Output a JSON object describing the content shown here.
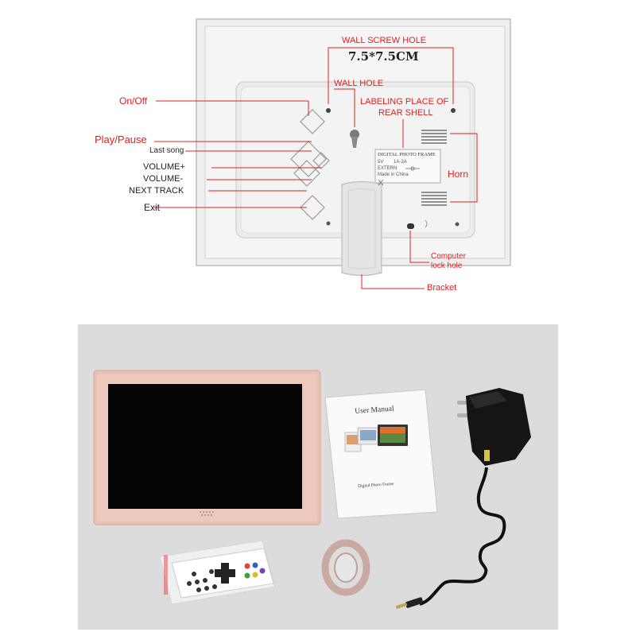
{
  "callouts": {
    "wall_screw_hole": "WALL SCREW HOLE",
    "hole_size": "7.5*7.5CM",
    "wall_hole": "WALL HOLE",
    "labeling_line1": "LABELING PLACE OF",
    "labeling_line2": "REAR SHELL",
    "horn": "Horn",
    "computer_lock_line1": "Computer",
    "computer_lock_line2": "lock hole",
    "bracket": "Bracket",
    "on_off": "On/Off",
    "play_pause": "Play/Pause",
    "last_song": "Last song",
    "volume_up": "VOLUME+",
    "volume_down": "VOLUME-",
    "next_track": "NEXT TRACK",
    "exit": "Exit"
  },
  "rear_label": {
    "title": "DIGITAL PHOTO FRAME",
    "rating_volt": "5V",
    "rating_amp": "1A-2A",
    "extern": "EXTERN",
    "origin": "Made in China"
  },
  "accessories": {
    "manual_title": "User Manual",
    "manual_footer": "Digital Photo Frame"
  },
  "colors": {
    "callout_red": "#e02020",
    "frame_rose_gold": "#e8c0b4",
    "rear_shell": "#f2f2f2",
    "background_grey": "#dcdcdc"
  }
}
